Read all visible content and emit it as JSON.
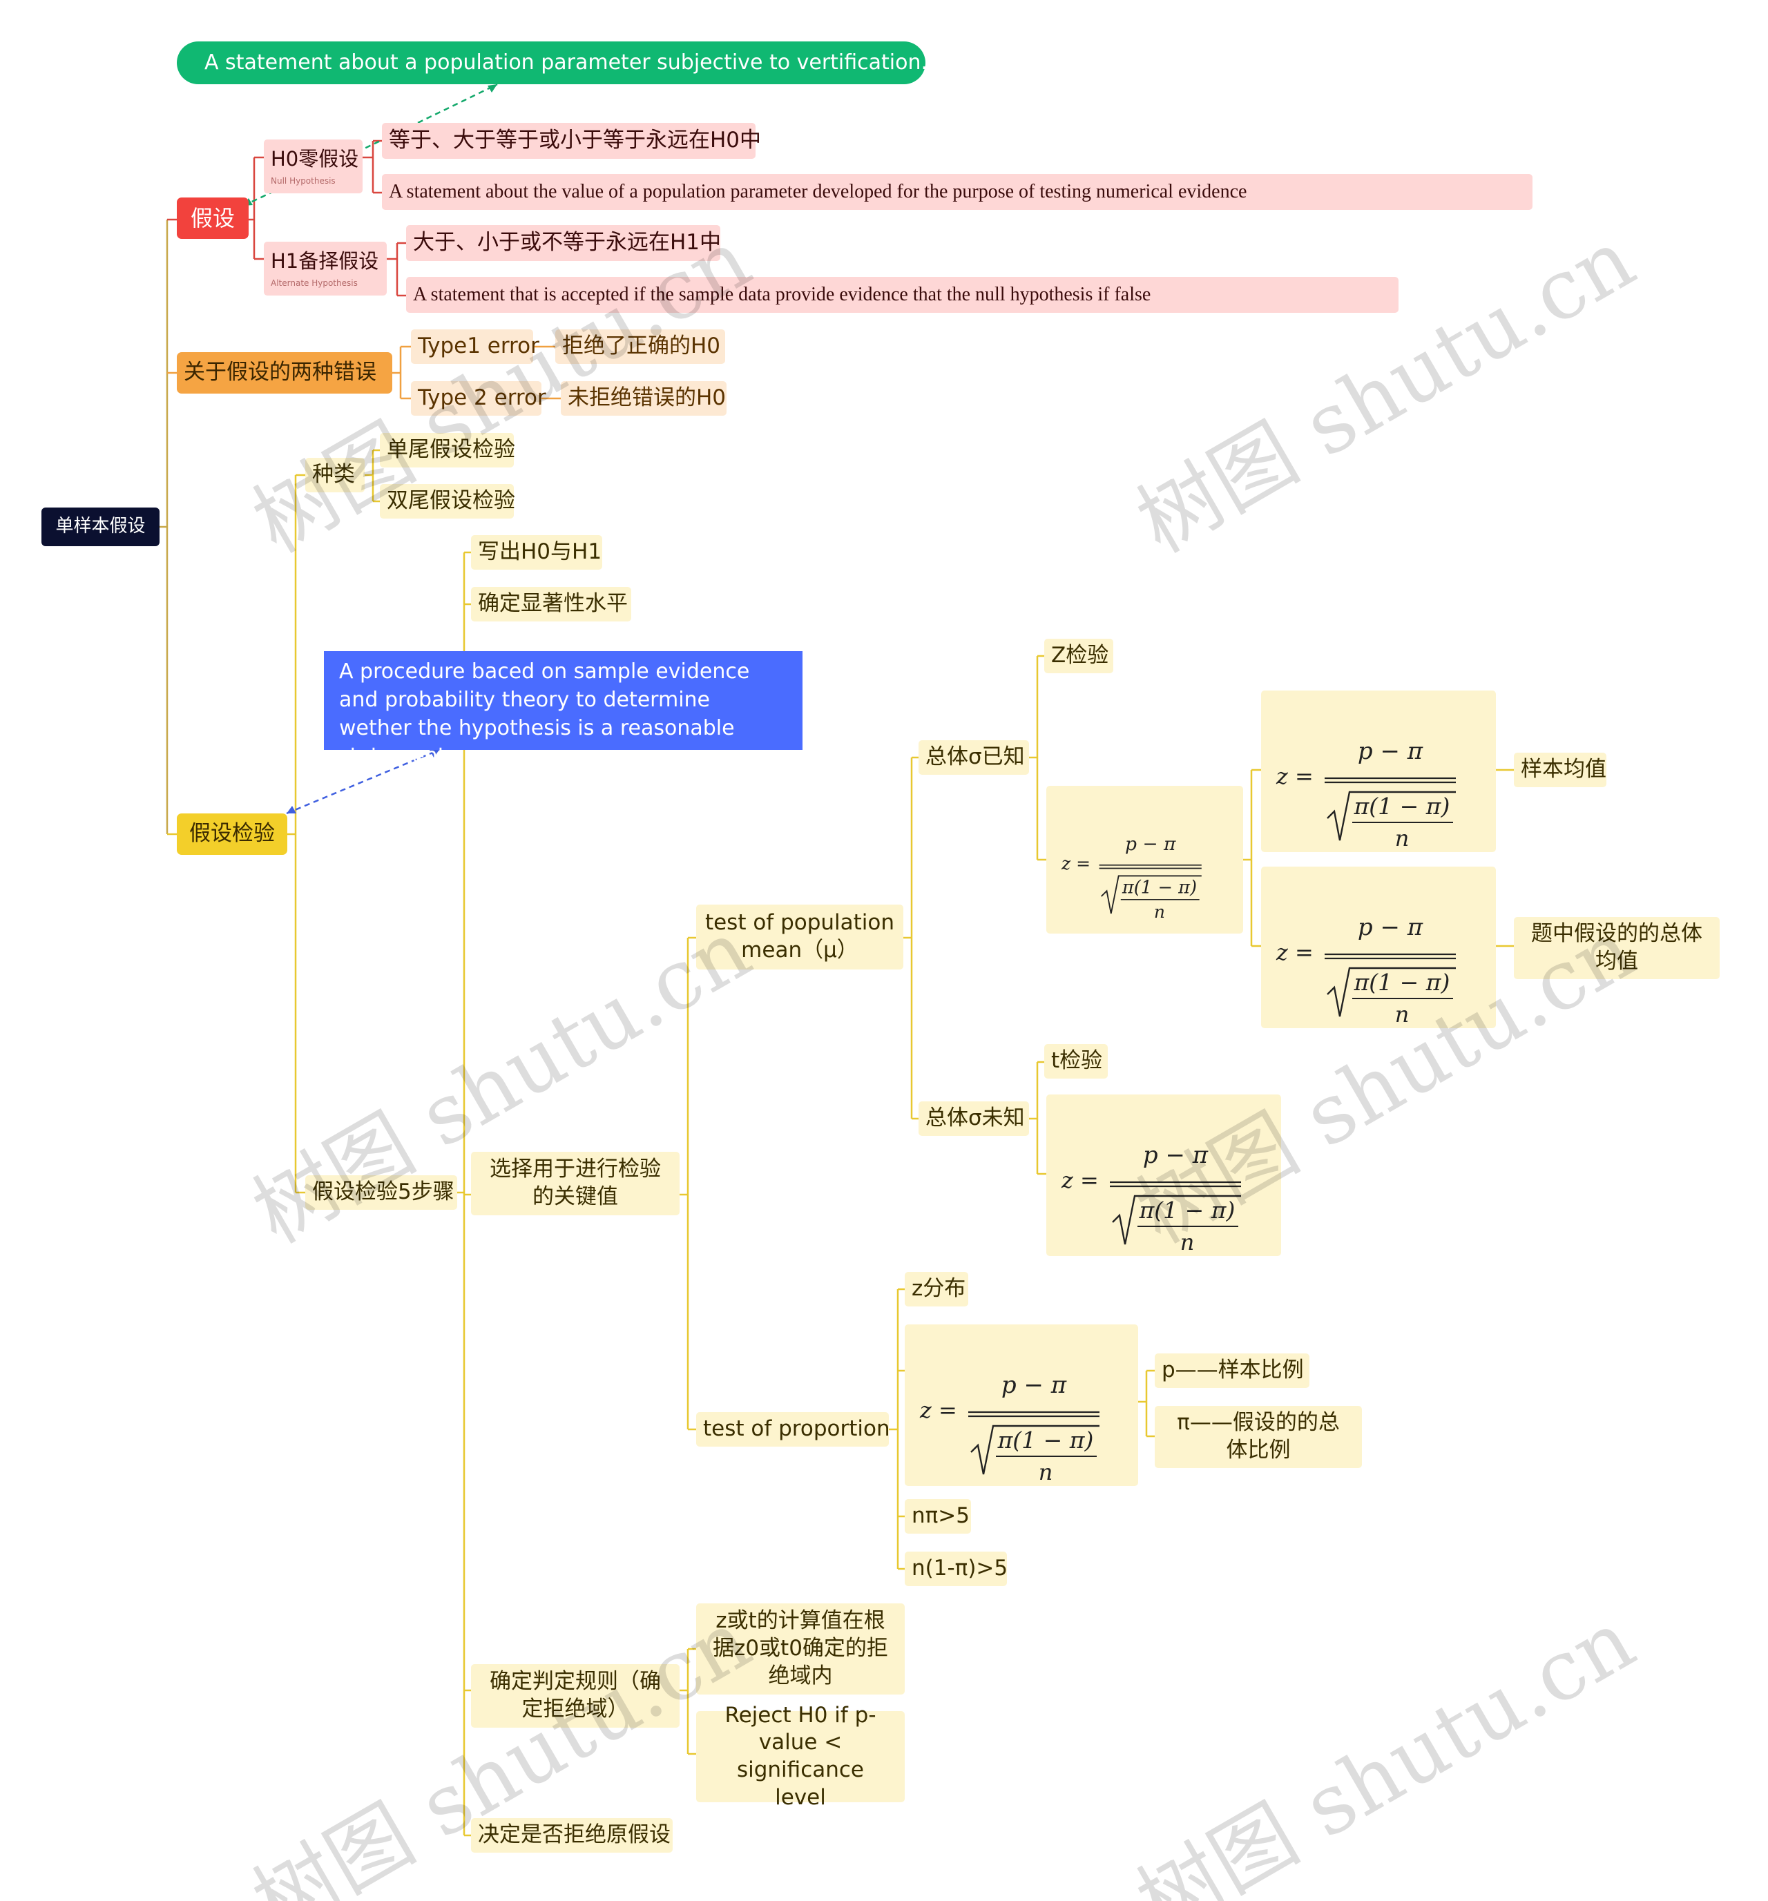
{
  "root": "单样本假设",
  "definition_green": "A statement about a population parameter subjective to vertification.",
  "hypothesis": {
    "label": "假设",
    "h0": {
      "label": "H0零假设",
      "sublabel": "Null Hypothesis",
      "items": [
        "等于、大于等于或小于等于永远在H0中",
        "A statement about the value of a population parameter developed for the purpose of testing numerical evidence"
      ]
    },
    "h1": {
      "label": "H1备择假设",
      "sublabel": "Alternate Hypothesis",
      "items": [
        "大于、小于或不等于永远在H1中",
        "A statement that is accepted if the sample data provide evidence that the null hypothesis if false"
      ]
    }
  },
  "errors": {
    "label": "关于假设的两种错误",
    "items": [
      {
        "name": "Type1 error",
        "desc": "拒绝了正确的H0"
      },
      {
        "name": "Type 2 error",
        "desc": "未拒绝错误的H0"
      }
    ]
  },
  "testing": {
    "label": "假设检验",
    "definition_blue": "A procedure baced on sample evidence and probability theory to determine wether the hypothesis is a reasonable statement.",
    "kinds": {
      "label": "种类",
      "items": [
        "单尾假设检验",
        "双尾假设检验"
      ]
    },
    "steps": {
      "label": "假设检验5步骤",
      "step1": "写出H0与H1",
      "step2": "确定显著性水平",
      "step3": "选择用于进行检验的关键值",
      "step4": "确定判定规则（确定拒绝域）",
      "step5": "决定是否拒绝原假设",
      "population_mean": {
        "label": "test of population mean（μ）",
        "known": {
          "label": "总体σ已知",
          "test": "Z检验"
        },
        "unknown": {
          "label": "总体σ未知",
          "test": "t检验"
        },
        "notes": [
          "样本均值",
          "题中假设的的总体均值"
        ]
      },
      "proportion": {
        "label": "test of proportion",
        "dist": "z分布",
        "notes": [
          "p——样本比例",
          "π——假设的的总体比例"
        ],
        "conditions": [
          "nπ>5",
          "n(1-π)>5"
        ]
      },
      "rules": [
        "z或t的计算值在根据z0或t0确定的拒绝域内",
        "Reject H0 if p-value < significance level"
      ]
    }
  },
  "formula": {
    "lhs": "z =",
    "num": "p − π",
    "den_top": "π(1 − π)",
    "den_bot": "n"
  },
  "watermark": "树图 shutu.cn"
}
